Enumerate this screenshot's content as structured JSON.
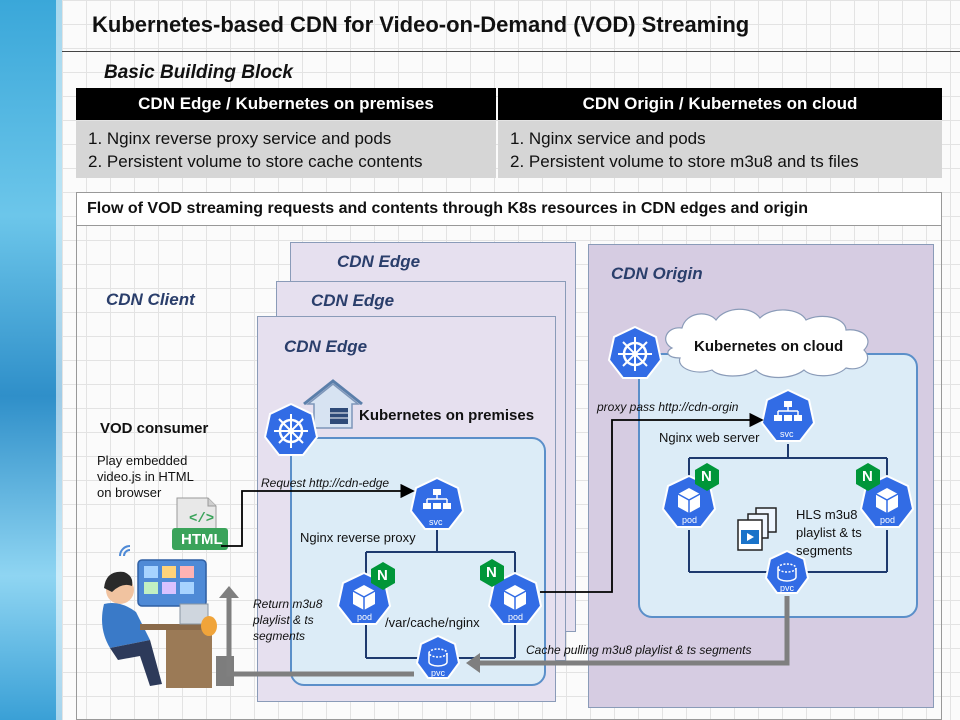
{
  "title": "Kubernetes-based CDN for Video-on-Demand (VOD) Streaming",
  "subtitle": "Basic Building Block",
  "table": {
    "headers": [
      "CDN Edge / Kubernetes  on premises",
      "CDN Origin  / Kubernetes  on cloud"
    ],
    "edge_items": [
      "1.  Nginx reverse  proxy service and pods",
      "2.  Persistent  volume to store cache contents"
    ],
    "origin_items": [
      "1. Nginx service and pods",
      "2. Persistent  volume to store m3u8 and ts files"
    ]
  },
  "flow_title": "Flow of VOD streaming  requests and contents through  K8s resources in CDN edges and origin",
  "diagram": {
    "edge_label": "CDN Edge",
    "origin_label": "CDN Origin",
    "client_label": "CDN Client",
    "vod_consumer": "VOD consumer",
    "play_text": [
      "Play embedded",
      "video.js in HTML",
      "on browser"
    ],
    "html_badge": "HTML",
    "k8s_onprem": "Kubernetes on premises",
    "k8s_cloud": "Kubernetes on cloud",
    "request_label": "Request http://cdn-edge",
    "reverse_proxy_label": "Nginx reverse  proxy",
    "cache_path": "/var/cache/nginx",
    "return_label": [
      "Return m3u8",
      "playlist &  ts",
      "segments"
    ],
    "proxy_pass_label": "proxy pass http://cdn-orgin",
    "web_server_label": "Nginx web server",
    "hls_label": [
      "HLS m3u8",
      "playlist & ts",
      "segments"
    ],
    "cache_pulling_label": "Cache pulling m3u8 playlist & ts segments",
    "svc": "svc",
    "pod": "pod",
    "pvc": "pvc",
    "nginx_letter": "N"
  },
  "colors": {
    "k8s_blue": "#326ce5",
    "nginx_green": "#009639",
    "edge_bg": "#e6e0ef",
    "origin_bg": "#d6cce2",
    "k8s_inner_bg": "#dcecf7",
    "arrow_gray": "#7f7f7f"
  }
}
